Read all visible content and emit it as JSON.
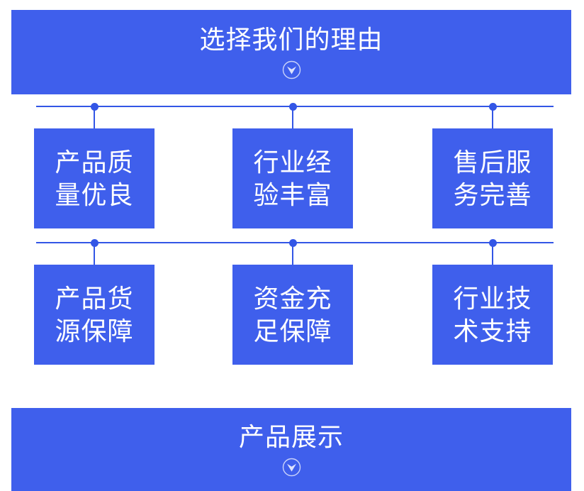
{
  "colors": {
    "primary_blue": "#3f5fec",
    "connector_blue": "#3356e6",
    "text_white": "#ffffff",
    "page_background": "#ffffff"
  },
  "reasons_section": {
    "banner_title": "选择我们的理由",
    "banner_icon": "chevron-down-circle",
    "items": [
      {
        "line1": "产品质",
        "line2": "量优良"
      },
      {
        "line1": "行业经",
        "line2": "验丰富"
      },
      {
        "line1": "售后服",
        "line2": "务完善"
      },
      {
        "line1": "产品货",
        "line2": "源保障"
      },
      {
        "line1": "资金充",
        "line2": "足保障"
      },
      {
        "line1": "行业技",
        "line2": "术支持"
      }
    ]
  },
  "products_section": {
    "banner_title": "产品展示",
    "banner_icon": "chevron-down-circle"
  }
}
